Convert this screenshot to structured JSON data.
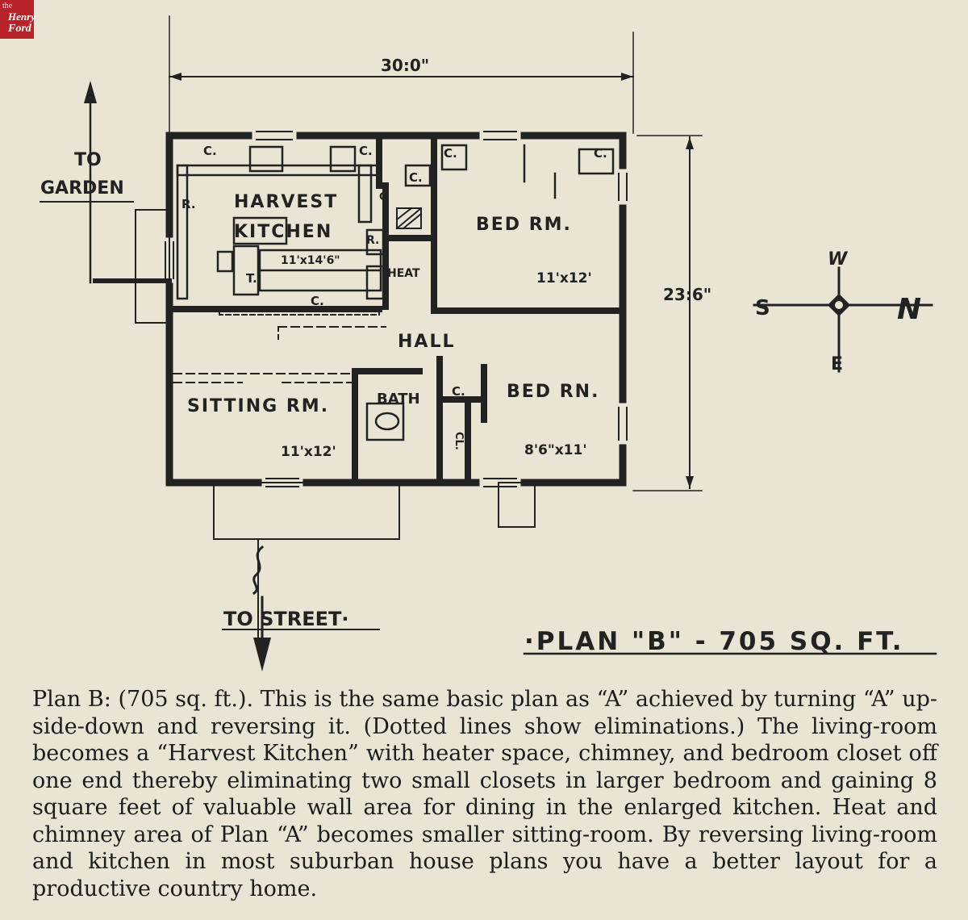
{
  "logo": {
    "line1": "the",
    "line2": "Henry",
    "line3": "Ford"
  },
  "plan": {
    "title": "·PLAN \"B\" - 705 SQ. FT.",
    "width_dim": "30:0\"",
    "depth_dim": "23:6\"",
    "to_garden_1": "TO",
    "to_garden_2": "GARDEN",
    "to_street": "TO STREET·",
    "compass": {
      "north": "N",
      "west": "W",
      "south": "S",
      "east": "E"
    },
    "rooms": {
      "harvest_1": "HARVEST",
      "harvest_2": "KITCHEN",
      "harvest_dim": "11'x14'6\"",
      "bed1": "BED RM.",
      "bed1_dim": "11'x12'",
      "bed2": "BED RN.",
      "bed2_dim": "8'6\"x11'",
      "sitting": "SITTING RM.",
      "sitting_dim": "11'x12'",
      "hall": "HALL",
      "bath": "BATH",
      "heat": "HEAT",
      "cl": "CL."
    },
    "marks": {
      "c": "C.",
      "r": "R.",
      "t": "T.",
      "c_small": "C"
    }
  },
  "caption": "Plan B: (705 sq. ft.). This is the same basic plan as “A” achieved by turning “A” up-side-down and reversing it. (Dotted lines show eliminations.) The living-room becomes a “Harvest Kitchen” with heater space, chimney, and bedroom closet off one end thereby eliminating two small closets in larger bedroom and gaining 8 square feet of valuable wall area for dining in the enlarged kitchen. Heat and chimney area of Plan “A” becomes smaller sitting-room. By reversing living-room and kitchen in most suburban house plans you have a better layout for a productive country home.",
  "colors": {
    "ink": "#222222",
    "paper": "#e9e4d3",
    "logo": "#b8232a"
  }
}
